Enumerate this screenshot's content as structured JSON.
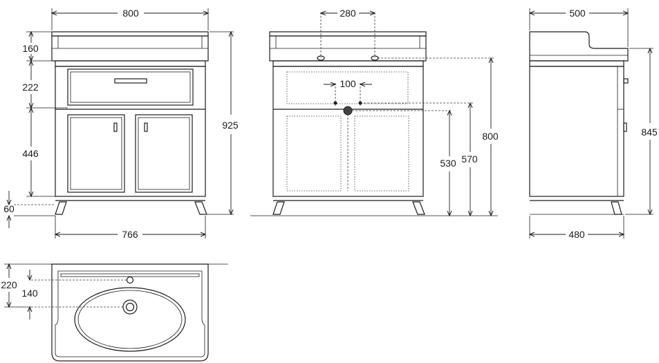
{
  "front_view": {
    "width_total": "800",
    "height_total": "925",
    "top_section": "160",
    "drawer_section": "222",
    "door_section": "446",
    "leg_section": "60",
    "base_width": "766"
  },
  "plumbing_view": {
    "tap_spacing": "280",
    "drain_spacing": "100",
    "height_800": "800",
    "height_570": "570",
    "height_530": "530"
  },
  "side_view": {
    "depth_top": "500",
    "depth_base": "480",
    "height": "845"
  },
  "basin_top_view": {
    "dim_220": "220",
    "dim_140": "140"
  }
}
